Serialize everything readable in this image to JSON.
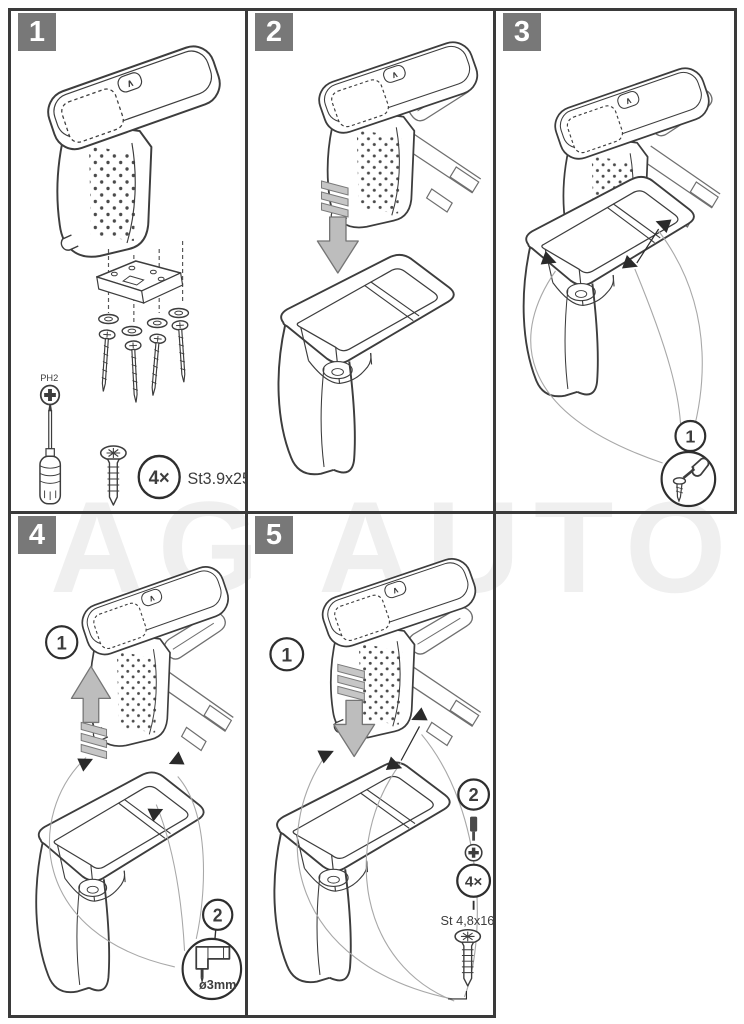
{
  "watermark": "AG AUTO",
  "glyphs": {
    "caret": "∧"
  },
  "colors": {
    "line": "#3a3a3a",
    "badge_bg": "#787878",
    "badge_fg": "#ffffff",
    "arrow_fill": "#bdbdbd",
    "leader": "#a8a8a8",
    "watermark_color": "#efefef"
  },
  "panel1": {
    "badge": "1",
    "ph_label": "PH2",
    "qty_label": "4×",
    "screw_label": "St3.9x25"
  },
  "panel2": {
    "badge": "2"
  },
  "panel3": {
    "badge": "3",
    "callout_step": "1"
  },
  "panel4": {
    "badge": "4",
    "callout_step": "1",
    "callout_tool": "2",
    "drill_label": "ø3mm"
  },
  "panel5": {
    "badge": "5",
    "callout_step": "1",
    "callout_tool": "2",
    "qty_label": "4×",
    "screw_label": "St 4,8x16"
  }
}
